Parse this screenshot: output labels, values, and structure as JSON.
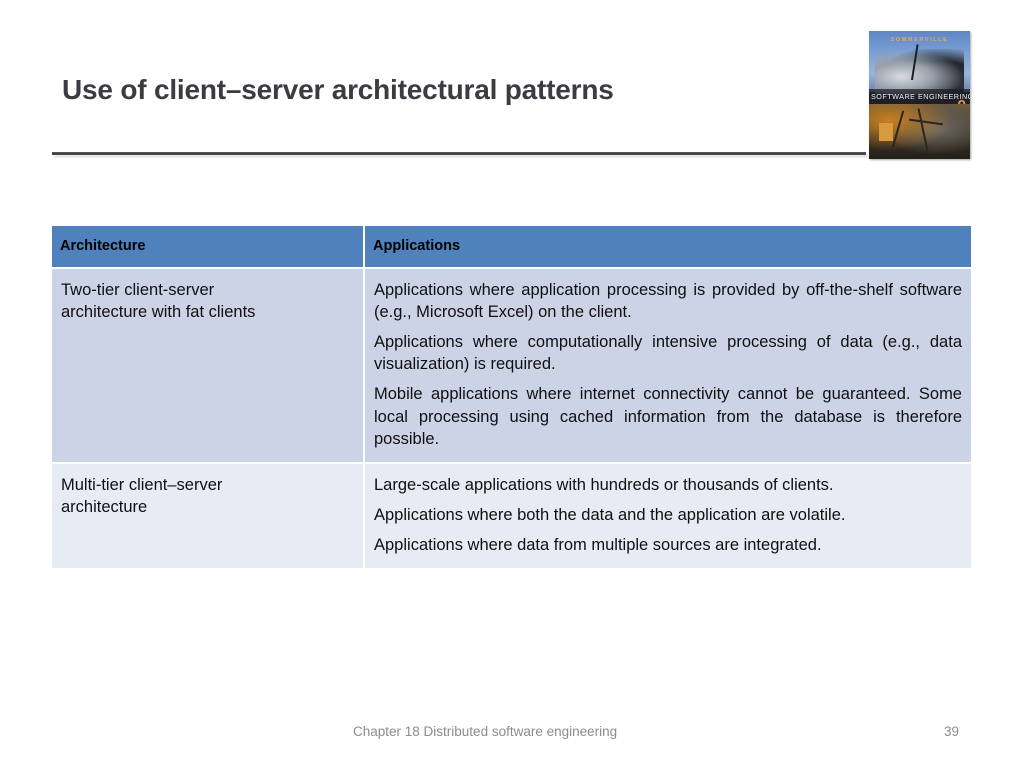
{
  "slide": {
    "title": "Use of client–server architectural patterns"
  },
  "book_cover": {
    "author": "SOMMERVILLE",
    "title": "SOFTWARE ENGINEERING",
    "edition": "9"
  },
  "table": {
    "headers": [
      "Architecture",
      "Applications"
    ],
    "rows": [
      {
        "architecture": "Two-tier client-server\narchitecture with fat clients",
        "applications": [
          "Applications where application processing is provided by off-the-shelf software (e.g., Microsoft Excel) on the client.",
          "Applications where computationally intensive processing of data (e.g., data visualization) is required.",
          "Mobile applications where internet connectivity cannot be guaranteed. Some local processing using cached information from the database is therefore possible."
        ]
      },
      {
        "architecture": "Multi-tier client–server\narchitecture",
        "applications": [
          "Large-scale applications with hundreds or thousands of clients.",
          "Applications where both the data and the application are volatile.",
          "Applications where data from multiple sources are integrated."
        ]
      }
    ]
  },
  "footer": {
    "note": "Chapter 18 Distributed software engineering",
    "page": "39"
  },
  "colors": {
    "header_bg": "#4f81bd",
    "row_a_bg": "#ccd3e7",
    "row_b_bg": "#e7ebf4",
    "title_text": "#3b3b42",
    "footer_text": "#8c8c8c"
  }
}
